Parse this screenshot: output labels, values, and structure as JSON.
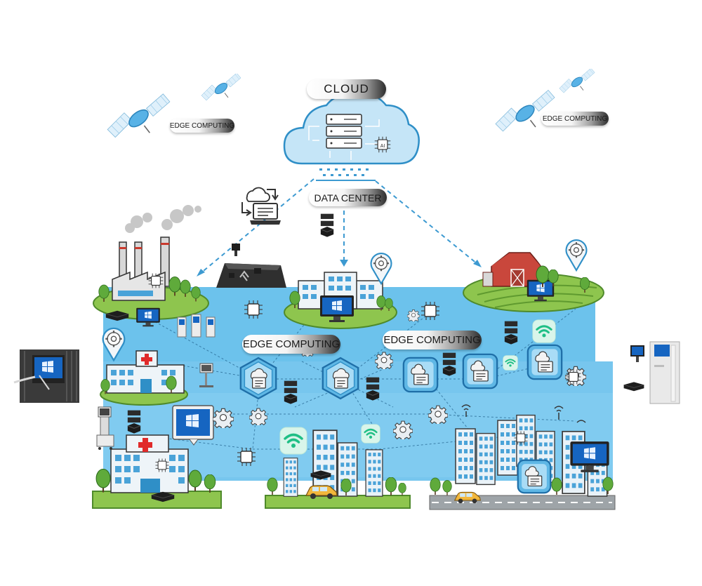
{
  "labels": {
    "cloud": "CLOUD",
    "data_center": "DATA CENTER",
    "edge_computing_main_left": "EDGE COMPUTING",
    "edge_computing_main_right": "EDGE COMPUTING",
    "edge_computing_sat_left": "EDGE COMPUTING",
    "edge_computing_sat_right": "EDGE COMPUTING"
  },
  "chip_text": "AI",
  "colors": {
    "network_area": "#6cc2ec",
    "cloud_fill": "#c5e5f7",
    "cloud_stroke": "#2f8fc7",
    "link": "#3d9ad1",
    "grass": "#8ec54e",
    "hospital_cross": "#e02a2a",
    "barn": "#c9473c",
    "wifi": "#22c38a",
    "screen": "#1665c1"
  },
  "icons": [
    "satellite-icon",
    "cloud-server-icon",
    "ai-chip-icon",
    "gear-icon",
    "wifi-icon",
    "location-pin-icon",
    "monitor-icon",
    "mini-pc-icon",
    "factory-icon",
    "hospital-icon",
    "farm-barn-icon",
    "office-building-icon",
    "city-skyline-icon",
    "car-icon",
    "kiosk-icon",
    "laptop-icon"
  ]
}
